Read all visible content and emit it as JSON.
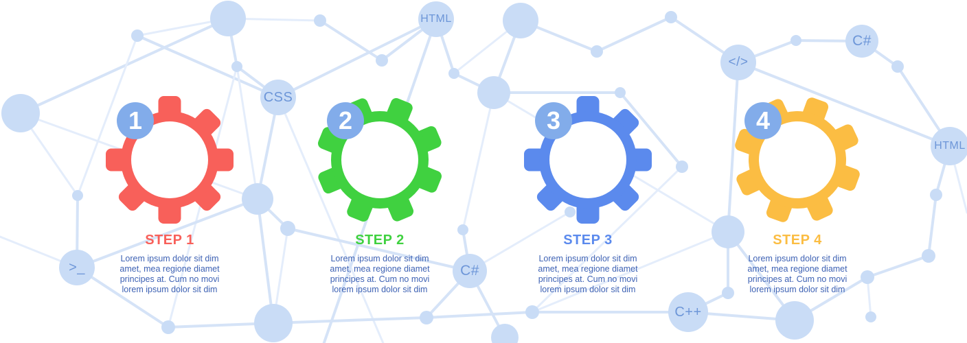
{
  "infographic": {
    "steps": [
      {
        "number": "1",
        "title": "STEP 1",
        "color": "#f8605a",
        "description": "Lorem ipsum dolor sit dim\namet, mea regione diamet\nprincipes at. Cum no movi\nlorem ipsum dolor sit dim"
      },
      {
        "number": "2",
        "title": "STEP 2",
        "color": "#40d140",
        "description": "Lorem ipsum dolor sit dim\namet, mea regione diamet\nprincipes at. Cum no movi\nlorem ipsum dolor sit dim"
      },
      {
        "number": "3",
        "title": "STEP 3",
        "color": "#5b8aed",
        "description": "Lorem ipsum dolor sit dim\namet, mea regione diamet\nprincipes at. Cum no movi\nlorem ipsum dolor sit dim"
      },
      {
        "number": "4",
        "title": "STEP 4",
        "color": "#fbbd43",
        "description": "Lorem ipsum dolor sit dim\namet, mea regione diamet\nprincipes at. Cum no movi\nlorem ipsum dolor sit dim"
      }
    ],
    "badge_color": "#82acea",
    "network_labels": {
      "html_top": "HTML",
      "css": "CSS",
      "code_tag": "</>",
      "csharp_top": "C#",
      "html_right": "HTML",
      "terminal": ">_",
      "csharp_mid": "C#",
      "cpp": "C++"
    },
    "network_colors": {
      "node_fill": "#c9dcf6",
      "edge": "#d5e3f7",
      "label_text": "#6d96d8"
    }
  }
}
